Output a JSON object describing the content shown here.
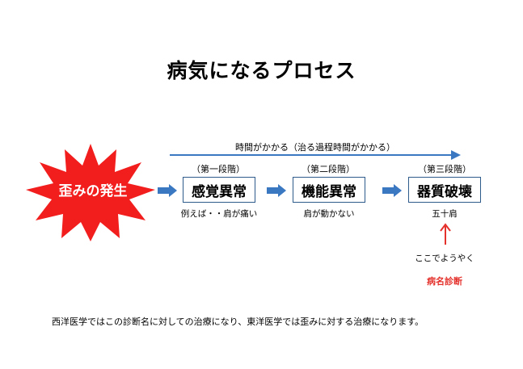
{
  "title": "病気になるプロセス",
  "timeline_label": "時間がかかる（治る過程時間がかかる）",
  "origin": "歪みの発生",
  "stages": [
    {
      "label": "（第一段階）",
      "name": "感覚異常",
      "caption": "例えば・・肩が痛い"
    },
    {
      "label": "（第二段階）",
      "name": "機能異常",
      "caption": "肩が動かない"
    },
    {
      "label": "（第三段階）",
      "name": "器質破壊",
      "caption": "五十肩"
    }
  ],
  "annotation": {
    "text": "ここでようやく",
    "highlight": "病名診断"
  },
  "footnote": "西洋医学ではこの診断名に対しての治療になり、東洋医学では歪みに対する治療になります。",
  "colors": {
    "burst": "#f21d1d",
    "flow_arrow": "#3a78c2",
    "box_border": "#2e5a8c",
    "red_text": "#e4312b"
  }
}
